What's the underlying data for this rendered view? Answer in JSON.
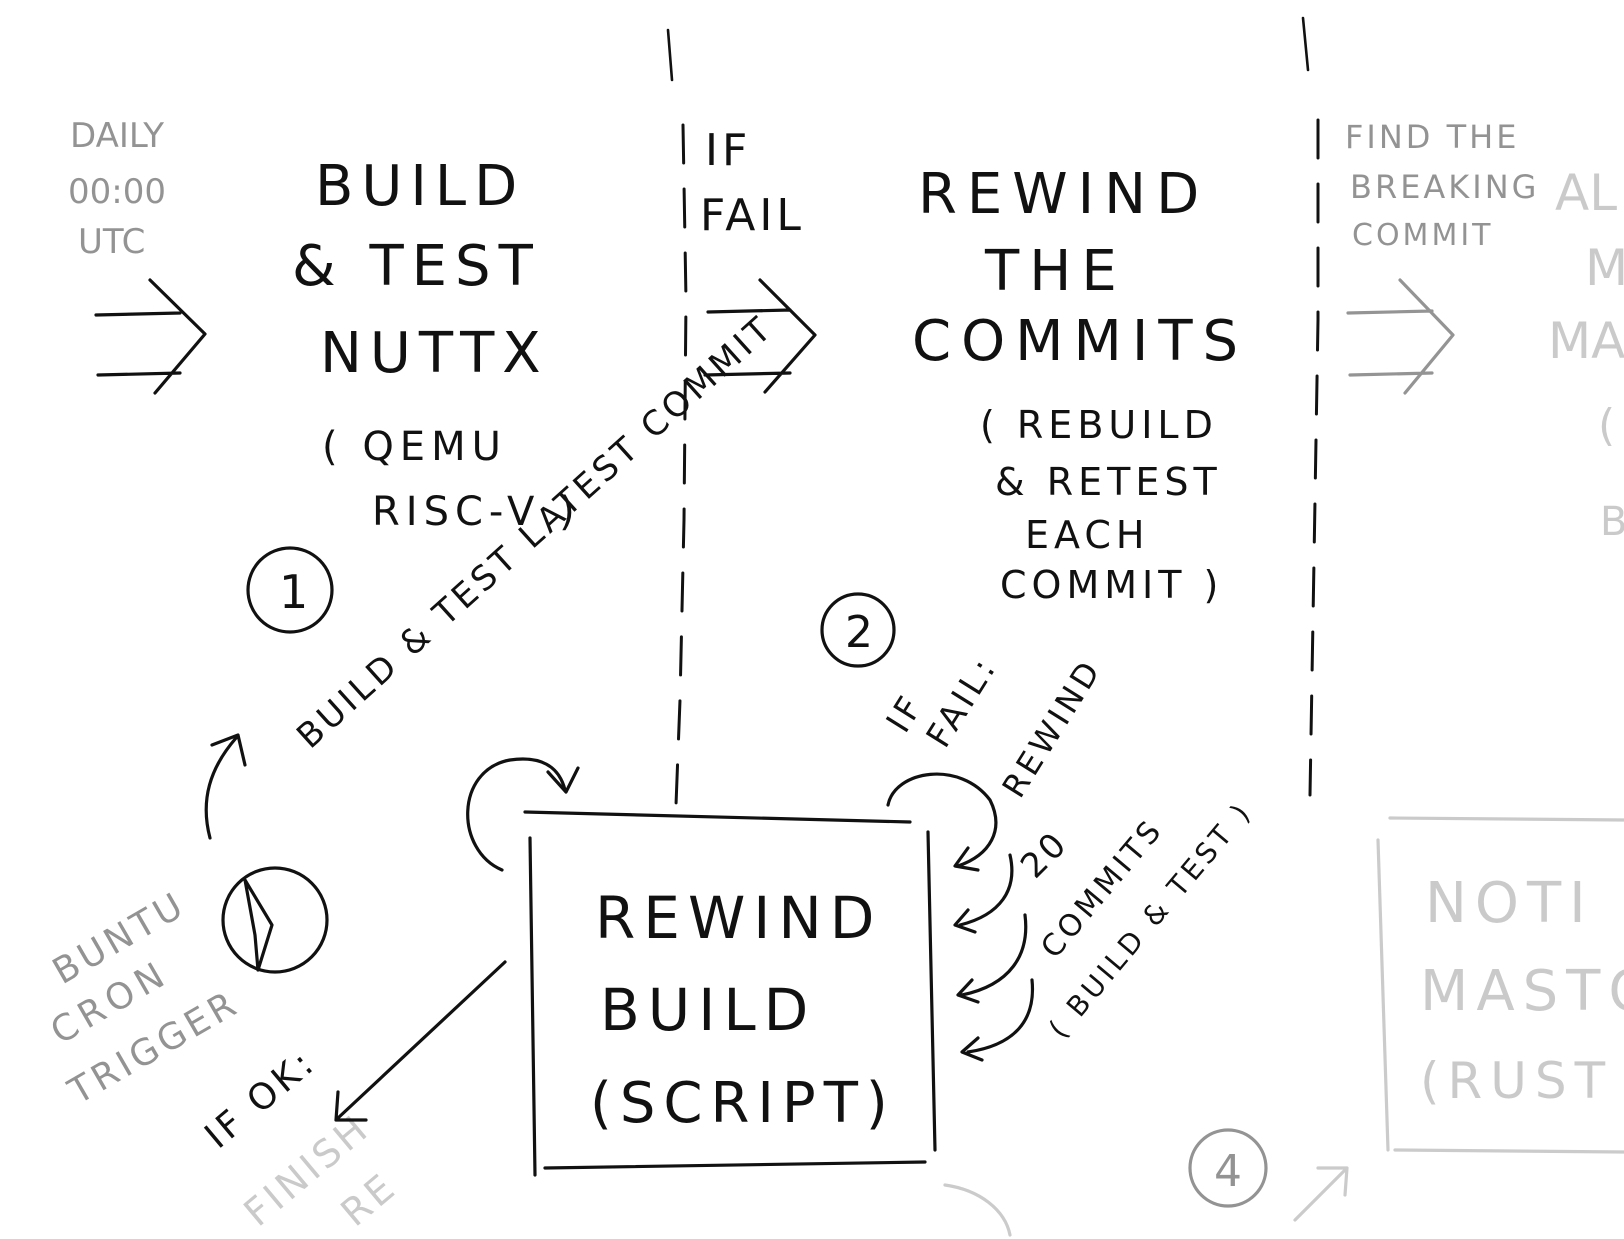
{
  "trigger": {
    "schedule": [
      "DAILY",
      "00:00",
      "UTC"
    ],
    "cron": [
      "BUNTU",
      "CRON",
      "TRIGGER"
    ],
    "cron_arrow": "BUILD & TEST LATEST COMMIT"
  },
  "step1": {
    "number": "1",
    "title": [
      "BUILD",
      "& TEST",
      "NUTTX"
    ],
    "note": [
      "( QEMU",
      "RISC-V )"
    ]
  },
  "condition1": [
    "IF",
    "FAIL"
  ],
  "step2": {
    "number": "2",
    "title": [
      "REWIND",
      "THE",
      "COMMITS"
    ],
    "note": [
      "( REBUILD",
      "& RETEST",
      "EACH",
      "COMMIT )"
    ],
    "loop_label": [
      "IF",
      "FAIL:"
    ],
    "loop_action": "REWIND",
    "loop_count": "20",
    "loop_detail": [
      "COMMITS",
      "( BUILD & TEST )"
    ]
  },
  "step3": {
    "label": [
      "FIND THE",
      "BREAKING",
      "COMMIT"
    ],
    "cut_text": [
      "AL",
      "M",
      "MA",
      "(",
      "B"
    ]
  },
  "script_box": {
    "title": [
      "REWIND",
      "BUILD",
      "(SCRIPT)"
    ]
  },
  "finish": {
    "label": [
      "IF OK:",
      "FINISH",
      "RE"
    ]
  },
  "notify": {
    "number": "4",
    "box": [
      "NOTI",
      "MASTO",
      "(RUST"
    ]
  }
}
